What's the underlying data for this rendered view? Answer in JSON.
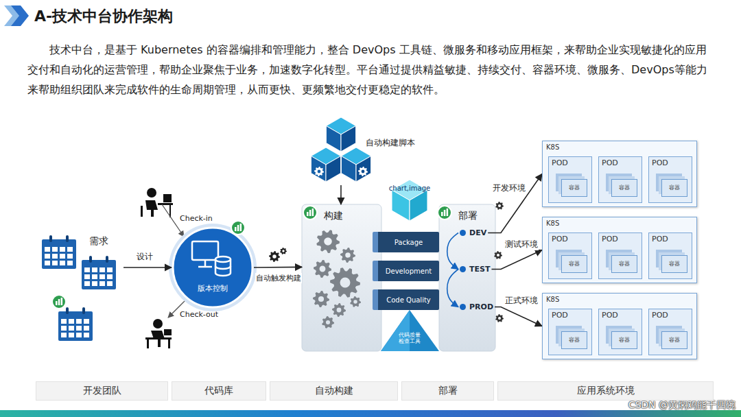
{
  "diagram": {
    "title": "A-技术中台协作架构",
    "nodes": [
      {
        "text": [
          "需求"
        ]
      },
      {
        "text": [
          "版本控制"
        ]
      },
      {
        "text": [
          "自动构建脚本"
        ]
      },
      {
        "text": [
          "构建"
        ]
      },
      {
        "text": [
          "Package"
        ],
        "in": 3
      },
      {
        "text": [
          "Development"
        ],
        "in": 3
      },
      {
        "text": [
          "Code Quality"
        ],
        "in": 3
      },
      {
        "text": [
          "chart,image"
        ]
      },
      {
        "text": [
          "代码质量检查工具"
        ]
      },
      {
        "text": [
          "部署"
        ]
      },
      {
        "text": [
          "DEV"
        ],
        "in": 9
      },
      {
        "text": [
          "TEST"
        ],
        "in": 9
      },
      {
        "text": [
          "PROD"
        ],
        "in": 9
      },
      {
        "text": [
          "K8S"
        ]
      },
      {
        "text": [
          "POD",
          "容器"
        ],
        "in": 13
      },
      {
        "text": [
          "POD",
          "容器"
        ],
        "in": 13
      },
      {
        "text": [
          "POD",
          "容器"
        ],
        "in": 13
      },
      {
        "text": [
          "K8S"
        ]
      },
      {
        "text": [
          "POD",
          "容器"
        ],
        "in": 17
      },
      {
        "text": [
          "POD",
          "容器"
        ],
        "in": 17
      },
      {
        "text": [
          "POD",
          "容器"
        ],
        "in": 17
      },
      {
        "text": [
          "K8S"
        ]
      },
      {
        "text": [
          "POD",
          "容器"
        ],
        "in": 21
      },
      {
        "text": [
          "POD",
          "容器"
        ],
        "in": 21
      },
      {
        "text": [
          "POD",
          "容器"
        ],
        "in": 21
      },
      {
        "text": [
          "开发团队"
        ]
      },
      {
        "text": [
          "代码库"
        ]
      },
      {
        "text": [
          "自动构建"
        ]
      },
      {
        "text": [
          "部署"
        ]
      },
      {
        "text": [
          "应用系统环境"
        ]
      }
    ],
    "edges": [
      {
        "from": 0,
        "to": 1,
        "label": "设计",
        "arrow": "to"
      },
      {
        "from": 1,
        "to": 3,
        "label": "自动触发构建",
        "arrow": "to"
      },
      {
        "from": 2,
        "to": 3,
        "arrow": "to"
      },
      {
        "from": 10,
        "to": 11,
        "arrow": "to"
      },
      {
        "from": 11,
        "to": 12,
        "arrow": "to"
      },
      {
        "from": 10,
        "to": 13,
        "label": "开发环境",
        "arrow": "to"
      },
      {
        "from": 11,
        "to": 17,
        "label": "测试环境",
        "arrow": "to"
      },
      {
        "from": 12,
        "to": 21,
        "label": "正式环境",
        "arrow": "to"
      }
    ],
    "labels": [
      "技术中台，是基于 Kubernetes 的容器编排和管理能力，整合 DevOps 工具链、微服务和移动应用框架，来帮助企业实现敏捷化的应用交付和自动化的运营管理，帮助企业聚焦于业务，加速数字化转型。平台通过提供精益敏捷、持续交付、容器环境、微服务、DevOps等能力来帮助组织团队来完成软件的生命周期管理，从而更快、更频繁地交付更稳定的软件。",
      "Check-in",
      "Check-out",
      "CSDN @黄焖鸡能干四碗"
    ]
  }
}
